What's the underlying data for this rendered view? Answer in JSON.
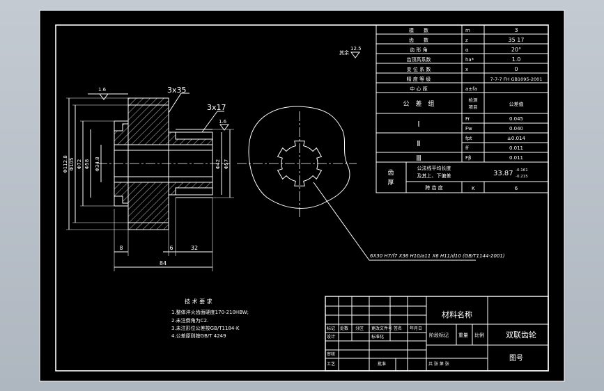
{
  "params": {
    "rows": [
      {
        "label": "模　　数",
        "symbol": "m",
        "value": "3"
      },
      {
        "label": "齿　　数",
        "symbol": "z",
        "value": "35  17"
      },
      {
        "label": "齿 形 角",
        "symbol": "α",
        "value": "20°"
      },
      {
        "label": "齿顶高系数",
        "symbol": "ha*",
        "value": "1.0"
      },
      {
        "label": "变 位 系 数",
        "symbol": "x",
        "value": "0"
      },
      {
        "label": "精 度 等 级",
        "symbol": "",
        "value": "7-7-7 FH GB1095-2001"
      },
      {
        "label": "中 心 距",
        "symbol": "a±fa",
        "value": ""
      }
    ],
    "tolerance_group_label": "公　差　组",
    "check_item_label": "检测\n项目",
    "tolerance_value_label": "公差值",
    "groups": [
      {
        "roman": "Ⅰ",
        "items": [
          {
            "symbol": "Fr",
            "value": "0.045"
          },
          {
            "symbol": "Fw",
            "value": "0.040"
          }
        ]
      },
      {
        "roman": "Ⅱ",
        "items": [
          {
            "symbol": "fpt",
            "value": "±0.014"
          },
          {
            "symbol": "ff",
            "value": "0.011"
          }
        ]
      },
      {
        "roman": "Ⅲ",
        "items": [
          {
            "symbol": "Fβ",
            "value": "0.011"
          }
        ]
      }
    ],
    "tooth_thickness": {
      "side_label": "齿\n厚",
      "desc1": "公法线平均长度",
      "desc2": "及其上、下偏差",
      "value": "33.87",
      "upper": "-0.161",
      "lower": "-0.215",
      "span_label": "跨 齿 度",
      "span_symbol": "K",
      "span_value": "6"
    }
  },
  "dimensions": {
    "chamfer_1": "3x35",
    "chamfer_2": "3x17",
    "roughness_top": "1.6",
    "roughness_right": "1.6",
    "roughness_other": "其余",
    "roughness_other_value": "12.5",
    "dia_112": "Φ112.8",
    "dia_105": "Φ105",
    "dia_72": "Φ72",
    "dia_58": "Φ58",
    "dia_34": "Φ34.8",
    "dia_42": "Φ42",
    "dia_57": "Φ57",
    "len_8": "8",
    "len_6": "6",
    "len_32": "32",
    "len_84": "84",
    "spline_note": "6X30 H7/f7 X36 H10/a11 X6 H11/d10 (GB/T1144-2001)"
  },
  "tech": {
    "title": "技 术 要 求",
    "lines": [
      "1.整体淬火齿面硬度170-210HBW;",
      "2.未注倒角为C2.",
      "3.未注形位公差按GB/T1184-K",
      "4.公差原则按GB/T 4249"
    ]
  },
  "title_block": {
    "material_label": "材料名称",
    "part_name": "双联齿轮",
    "drawing_number_label": "图号",
    "cells_row1": [
      "标记",
      "处数",
      "分区",
      "更改文件号",
      "签名",
      "年月日"
    ],
    "cells_row2": [
      "设计",
      "",
      "",
      "标准化",
      ""
    ],
    "stage_label": "阶段标记",
    "weight_label": "重量",
    "scale_label": "比例",
    "audit_label": "审核",
    "process_label": "工艺",
    "approve_label": "批准",
    "sheets_label": "共 张 第 张"
  }
}
